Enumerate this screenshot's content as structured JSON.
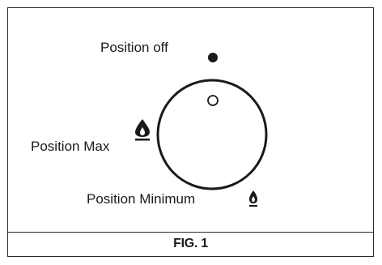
{
  "labels": {
    "position_off": "Position off",
    "position_max": "Position Max",
    "position_minimum": "Position Minimum"
  },
  "caption": "FIG. 1",
  "icons": {
    "off_marker": "filled-dot-icon",
    "knob_indicator": "hollow-dot-icon",
    "max_marker": "large-flame-icon",
    "min_marker": "small-flame-icon"
  },
  "colors": {
    "ink": "#1a1a1a",
    "background": "#ffffff"
  }
}
